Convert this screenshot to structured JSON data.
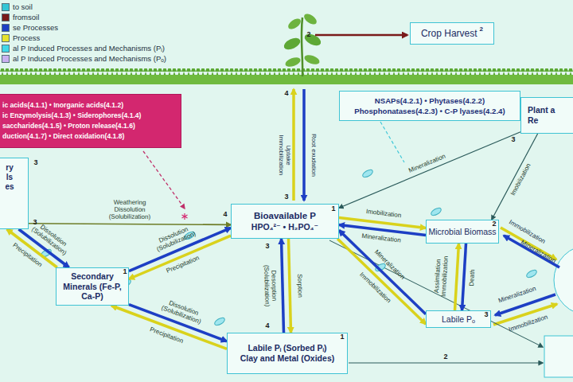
{
  "diagram": {
    "nodes": [
      {
        "text": [
          "Crop Harvest",
          "2"
        ]
      },
      {
        "text": [
          "ic acids(4.1.1) • Inorganic acids(4.1.2)",
          "ic Enzymolysis(4.1.3) • Siderophores(4.1.4)",
          "saccharides(4.1.5) • Proton release(4.1.6)",
          "duction(4.1.7) • Direct oxidation(4.1.8)"
        ]
      },
      {
        "text": [
          "NSAPs(4.2.1) • Phytases(4.2.2)",
          "Phosphonatases(4.2.3) • C-P lyases(4.2.4)"
        ]
      },
      {
        "text": [
          "Plant a",
          "Re"
        ]
      },
      {
        "text": [
          "ry ls es"
        ]
      },
      {
        "text": [
          "Bioavailable P",
          "HPO₄²⁻ • H₂PO₄⁻"
        ]
      },
      {
        "text": [
          "Microbial Biomass"
        ]
      },
      {
        "text": [
          "Secondary Minerals (Fe-P, Ca-P)"
        ]
      },
      {
        "text": [
          "Labile Pᵢ (Sorbed Pᵢ)",
          "Clay and Metal (Oxides)"
        ]
      },
      {
        "text": [
          "Labile Pₒ"
        ]
      }
    ],
    "edges": [
      {
        "from": 4,
        "to": 5,
        "label": "Weathering Dissolution (Solubilization)",
        "arrow": "to"
      },
      {
        "from": 4,
        "to": 7,
        "label": "Dissolution (Solubilization)",
        "arrow": "to"
      },
      {
        "from": 7,
        "to": 4,
        "label": "Precipitation",
        "arrow": "to"
      },
      {
        "from": 7,
        "to": 5,
        "label": "Dissolution (Solubilization)",
        "arrow": "to"
      },
      {
        "from": 5,
        "to": 7,
        "label": "Precipitation",
        "arrow": "to"
      },
      {
        "from": 7,
        "to": 8,
        "label": "Dissolution (Solubilization)",
        "arrow": "to"
      },
      {
        "from": 8,
        "to": 7,
        "label": "Precipitation",
        "arrow": "to"
      },
      {
        "from": 8,
        "to": 5,
        "label": "Desorption (Solubilization)",
        "arrow": "to"
      },
      {
        "from": 5,
        "to": 8,
        "label": "Sorption",
        "arrow": "to"
      },
      {
        "from": 5,
        "to": 6,
        "label": "Imobilization",
        "arrow": "to"
      },
      {
        "from": 6,
        "to": 5,
        "label": "Mineralization",
        "arrow": "to"
      },
      {
        "from": 3,
        "to": 5,
        "label": "Mineralization",
        "arrow": "to"
      },
      {
        "from": 3,
        "to": 6,
        "label": "Imobilization",
        "arrow": "to"
      },
      {
        "from": 9,
        "to": 6,
        "label": "Assimilation Immobilization",
        "arrow": "to"
      },
      {
        "from": 6,
        "to": 9,
        "label": "Death",
        "arrow": "to"
      },
      {
        "from": 9,
        "to": 5,
        "label": "Mineralization",
        "arrow": "to"
      },
      {
        "from": 5,
        "to": 9,
        "label": "Immobilization",
        "arrow": "to"
      }
    ],
    "labels": [
      "Uptake Immobilization",
      "Root exudation",
      "2",
      "Immobilization",
      "Mineralization",
      "Mineralization",
      "Immobilization",
      "3",
      "1",
      "1",
      "1",
      "2",
      "3",
      "3",
      "4",
      "3",
      "2",
      "3",
      "4",
      "4",
      "3"
    ],
    "legend": [
      {
        "text": "to soil",
        "color": "#33c6d6"
      },
      {
        "text": "fromsoil",
        "color": "#7a1a1a"
      },
      {
        "text": "se Processes",
        "color": "#1d3fc4"
      },
      {
        "text": "Process",
        "color": "#e6e22e"
      },
      {
        "text": "al P Induced Processes and Mechanisms (Pᵢ)",
        "color": "#40d8e8"
      },
      {
        "text": "al P Induced Processes and Mechanisms (Pₒ)",
        "color": "#c9b0f0"
      }
    ]
  }
}
